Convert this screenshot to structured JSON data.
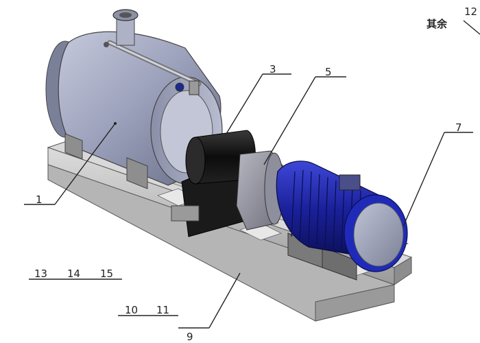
{
  "callouts": {
    "c1": "1",
    "c3": "3",
    "c5": "5",
    "c7": "7",
    "c9": "9",
    "c12": "12",
    "c13": "13",
    "c14": "14",
    "c15": "15",
    "c10": "10",
    "c11": "11"
  },
  "note_rest": "其余",
  "colors": {
    "tank": "#9aa0b8",
    "motor_blue": "#1f2bb8",
    "coupling_black": "#151515",
    "frame": "#c6c6c6"
  }
}
